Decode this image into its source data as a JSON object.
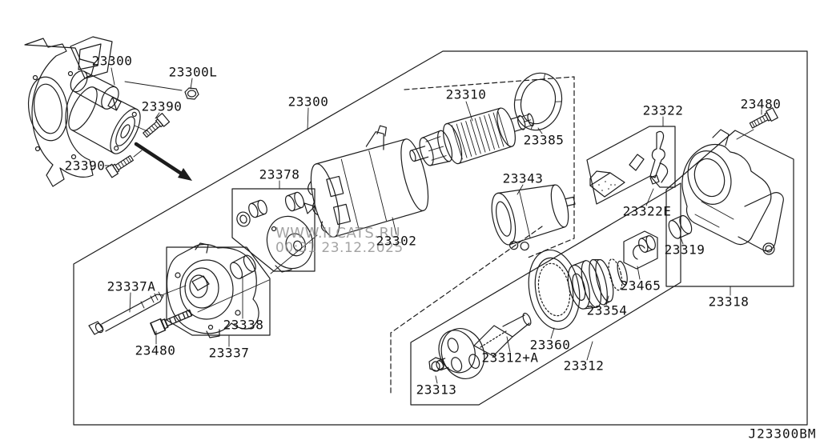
{
  "diagram": {
    "code": "J23300BM",
    "watermark": {
      "line1": "WWW.ILCATS.RU",
      "line2": "00:31 23.12.2025"
    },
    "colors": {
      "line": "#1c1c1c",
      "label": "#111111",
      "watermark": "#a0a0a0"
    },
    "labels": {
      "l23300_engine": "23300",
      "l23300L": "23300L",
      "l23390_upper": "23390",
      "l23390_lower": "23390",
      "l23300_main": "23300",
      "l23310": "23310",
      "l23385": "23385",
      "l23322": "23322",
      "l23480_top": "23480",
      "l23343": "23343",
      "l23322E": "23322E",
      "l23319": "23319",
      "l23302": "23302",
      "l23378": "23378",
      "l23318": "23318",
      "l23337A": "23337A",
      "l23465": "23465",
      "l23354": "23354",
      "l23338": "23338",
      "l23480_bottom": "23480",
      "l23337": "23337",
      "l23360": "23360",
      "l23312A": "23312+A",
      "l23312": "23312",
      "l23313": "23313"
    }
  }
}
